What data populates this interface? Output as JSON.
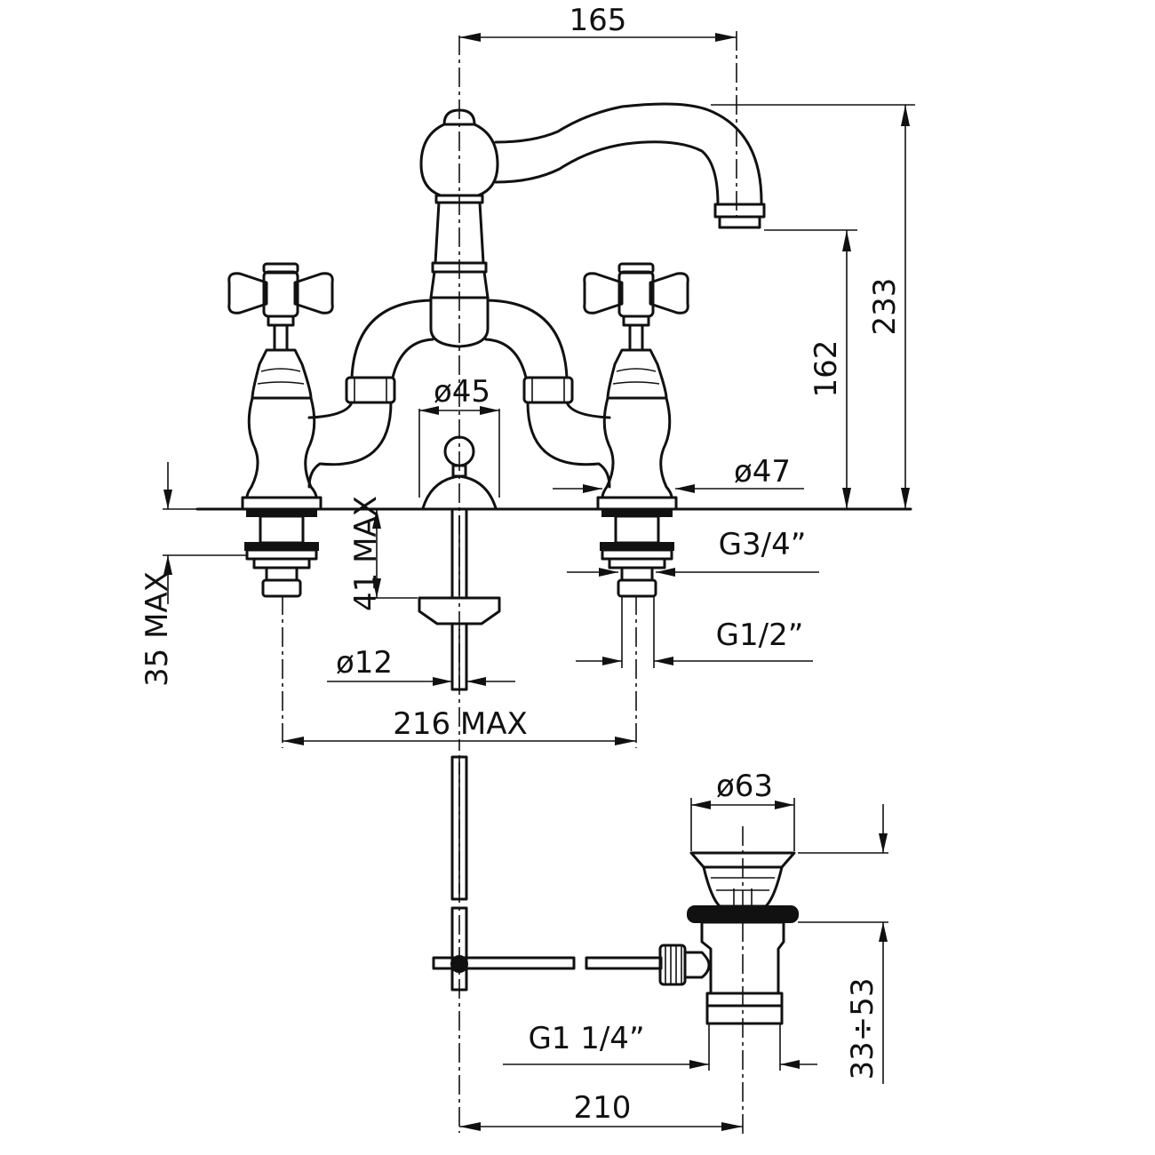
{
  "dimensions": {
    "spout_reach": "165",
    "overall_height": "233",
    "spout_height": "162",
    "body_diameter": "ø45",
    "valve_diameter": "ø47",
    "inlet_thread": "G3/4”",
    "tail_thread": "G1/2”",
    "tie_rod_diameter": "ø12",
    "center_distance": "216 MAX",
    "deck_thickness_max": "41 MAX",
    "tail_length_max": "35 MAX",
    "waste_diameter": "ø63",
    "waste_thread": "G1 1/4”",
    "waste_reach": "210",
    "waste_adjust_range": "33÷53"
  }
}
